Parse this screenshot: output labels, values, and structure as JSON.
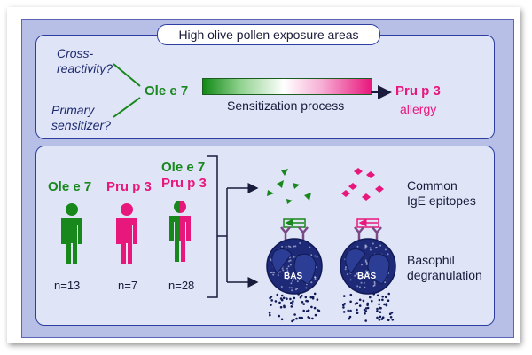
{
  "title": "High olive pollen exposure areas",
  "top_panel": {
    "cross_reactivity": [
      "Cross-",
      "reactivity?"
    ],
    "primary_sensitizer": [
      "Primary",
      "sensitizer?"
    ],
    "ole_e_7": "Ole e 7",
    "sensitization_label": "Sensitization process",
    "pru_p_3": "Pru p 3",
    "allergy": "allergy"
  },
  "bottom_panel": {
    "groups": [
      {
        "label": "Ole e 7",
        "n": "n=13",
        "color": "#18871c"
      },
      {
        "label": "Pru p 3",
        "n": "n=7",
        "color": "#e8177c"
      },
      {
        "label_top": "Ole e 7",
        "label_bottom": "Pru p 3",
        "n": "n=28"
      }
    ],
    "common_epitopes": [
      "Common",
      "IgE epitopes"
    ],
    "basophil": [
      "Basophil",
      "degranulation"
    ],
    "bas_label_1": "BAS",
    "bas_label_2": "BAS"
  },
  "colors": {
    "green": "#18871c",
    "pink": "#e8177c",
    "navy": "#2c3fa0"
  }
}
